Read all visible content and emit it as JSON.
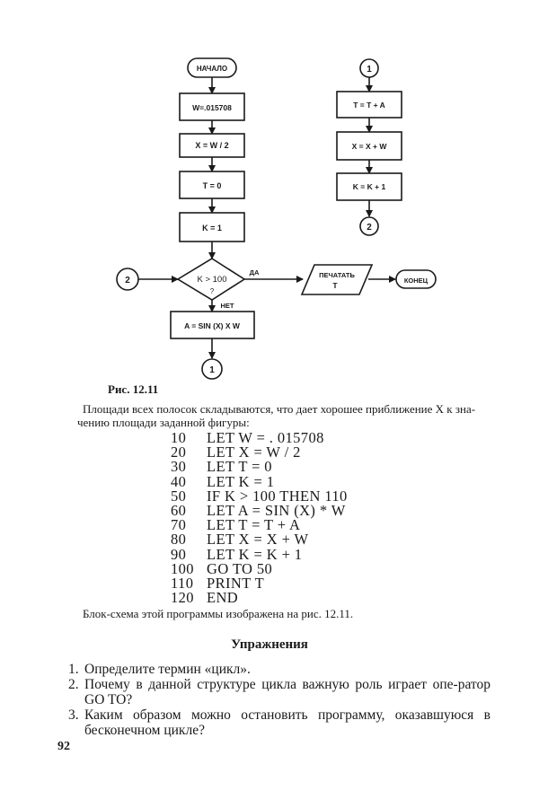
{
  "flowchart": {
    "start": "НАЧАЛО",
    "steps": [
      "W=.015708",
      "X = W / 2",
      "T = 0",
      "K = 1"
    ],
    "decision": "K > 100",
    "decision_q": "?",
    "yes": "ДА",
    "no": "НЕТ",
    "step_after_no": "A = SIN (X) X W",
    "print_line1": "ПЕЧАТАТЬ",
    "print_line2": "T",
    "end": "КОНЕЦ",
    "connector1": "1",
    "connector2": "2",
    "loop_steps": [
      "T = T + A",
      "X = X + W",
      "K = K + 1"
    ]
  },
  "caption": "Рис. 12.11",
  "paragraph": {
    "line1": "Площади всех полосок складываются, что дает хорошее приближение X к зна-",
    "line2": "чению площади заданной фигуры:"
  },
  "program": [
    {
      "num": "10",
      "stmt": "LET W = . 015708"
    },
    {
      "num": "20",
      "stmt": "LET X = W / 2"
    },
    {
      "num": "30",
      "stmt": "LET T = 0"
    },
    {
      "num": "40",
      "stmt": "LET K = 1"
    },
    {
      "num": "50",
      "stmt": "IF K > 100 THEN 110"
    },
    {
      "num": "60",
      "stmt": "LET A = SIN (X) * W"
    },
    {
      "num": "70",
      "stmt": "LET T = T + A"
    },
    {
      "num": "80",
      "stmt": "LET X = X + W"
    },
    {
      "num": "90",
      "stmt": "LET K = K + 1"
    },
    {
      "num": "100",
      "stmt": "GO TO 50"
    },
    {
      "num": "110",
      "stmt": "PRINT T"
    },
    {
      "num": "120",
      "stmt": "END"
    }
  ],
  "note": "Блок-схема этой программы изображена на рис. 12.11.",
  "heading": "Упражнения",
  "exercises": [
    {
      "n": "1.",
      "text": "Определите термин «цикл»."
    },
    {
      "n": "2.",
      "text": "Почему в данной структуре цикла важную роль играет опе-ратор GO TO?"
    },
    {
      "n": "3.",
      "text": "Каким образом можно остановить программу, оказавшуюся в бесконечном цикле?"
    }
  ],
  "page_number": "92"
}
